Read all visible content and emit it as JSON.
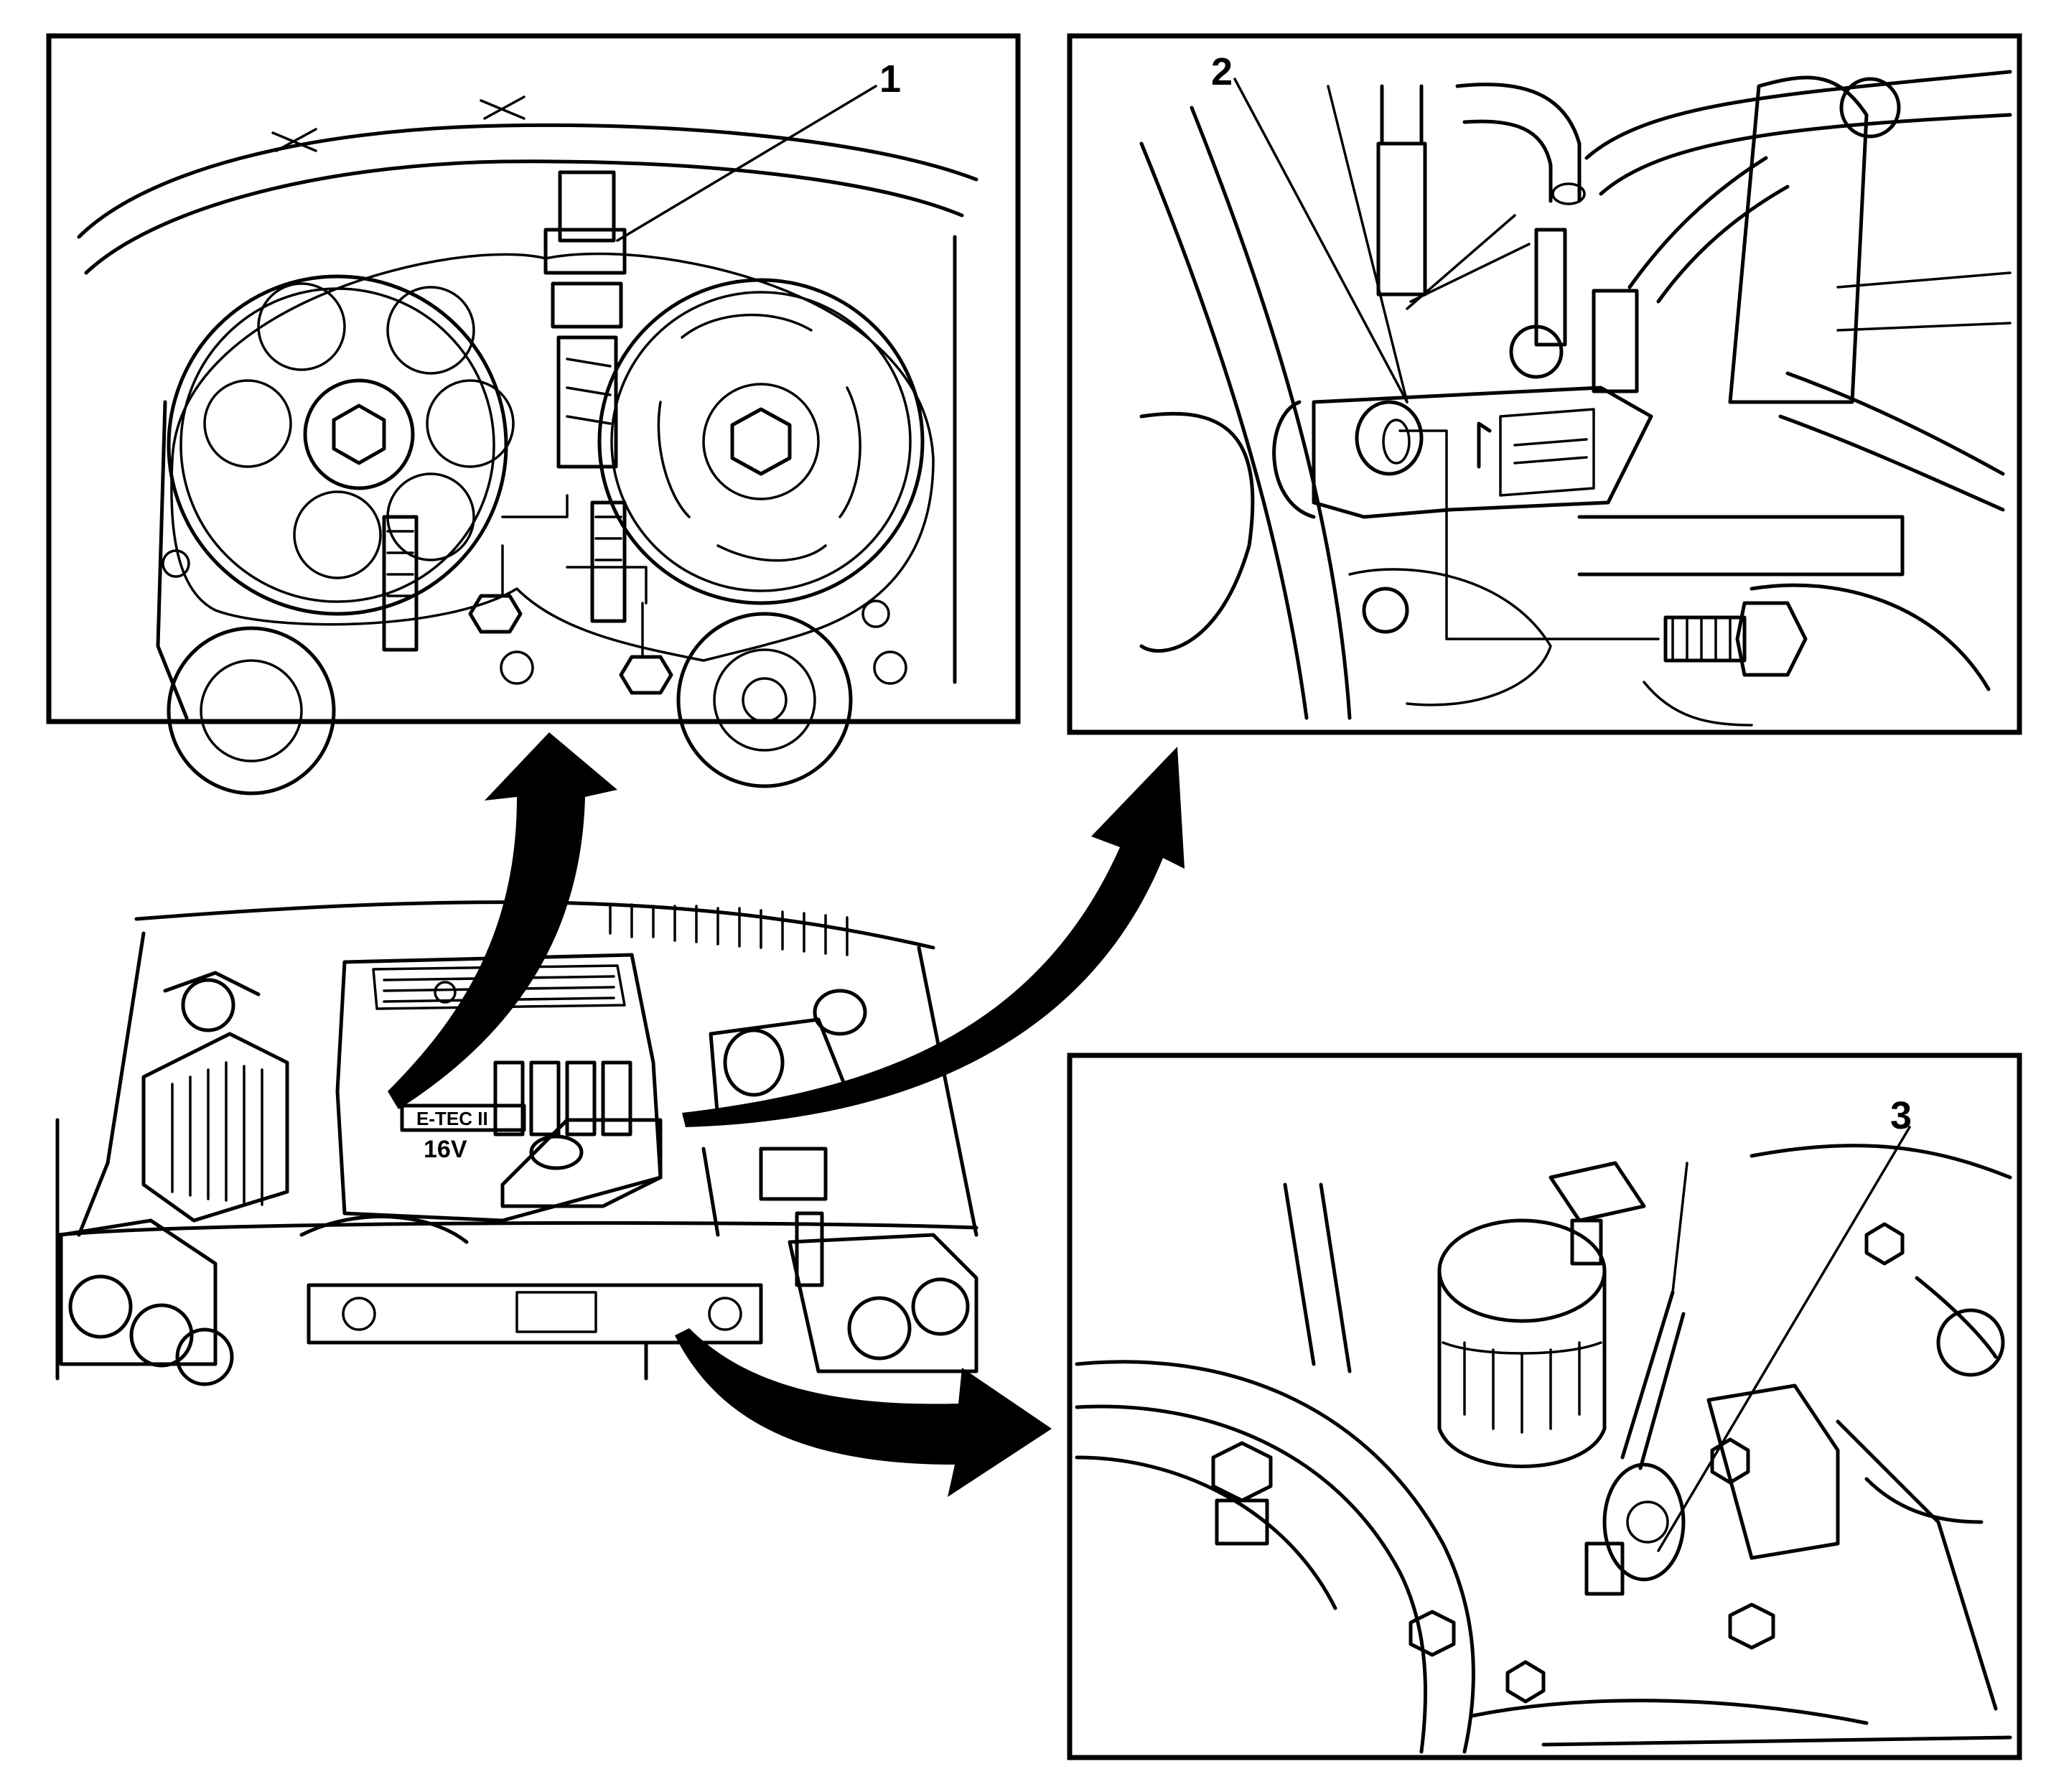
{
  "callouts": {
    "one": "1",
    "two": "2",
    "three": "3"
  },
  "engine_badge": {
    "brand": "E-TEC II",
    "valves": "16V"
  }
}
